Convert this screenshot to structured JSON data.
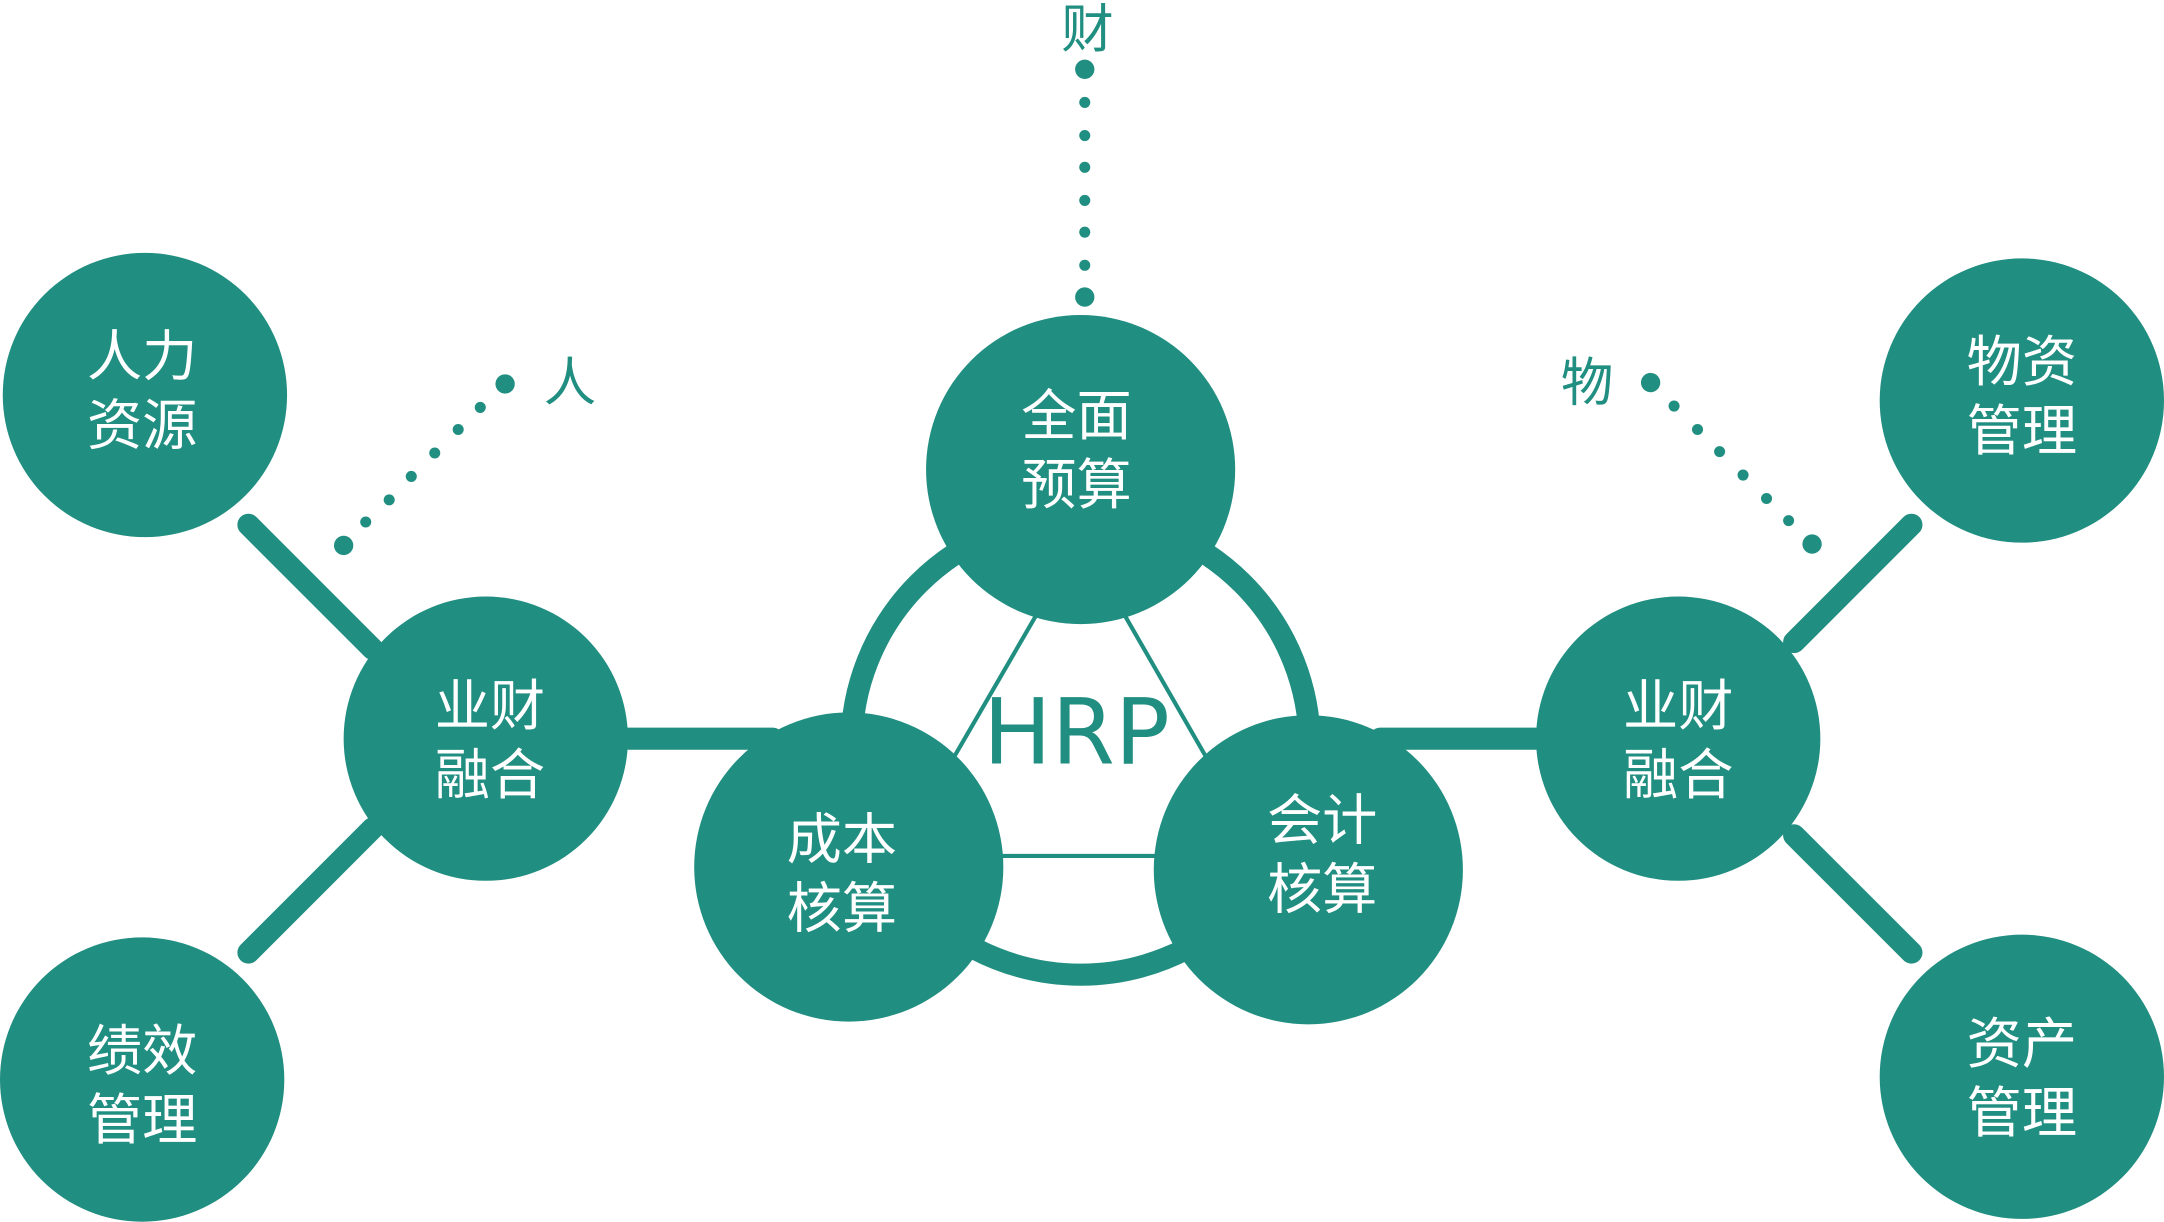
{
  "center": {
    "label": "HRP"
  },
  "core_nodes": [
    {
      "id": "budget",
      "line1": "全面",
      "line2": "预算"
    },
    {
      "id": "cost",
      "line1": "成本",
      "line2": "核算"
    },
    {
      "id": "accounting",
      "line1": "会计",
      "line2": "核算"
    }
  ],
  "left_hub": {
    "line1": "业财",
    "line2": "融合"
  },
  "right_hub": {
    "line1": "业财",
    "line2": "融合"
  },
  "left_leaves": [
    {
      "line1": "人力",
      "line2": "资源"
    },
    {
      "line1": "绩效",
      "line2": "管理"
    }
  ],
  "right_leaves": [
    {
      "line1": "物资",
      "line2": "管理"
    },
    {
      "line1": "资产",
      "line2": "管理"
    }
  ],
  "dimensions": {
    "people": "人",
    "finance": "财",
    "materials": "物"
  },
  "colors": {
    "primary": "#208e80"
  }
}
